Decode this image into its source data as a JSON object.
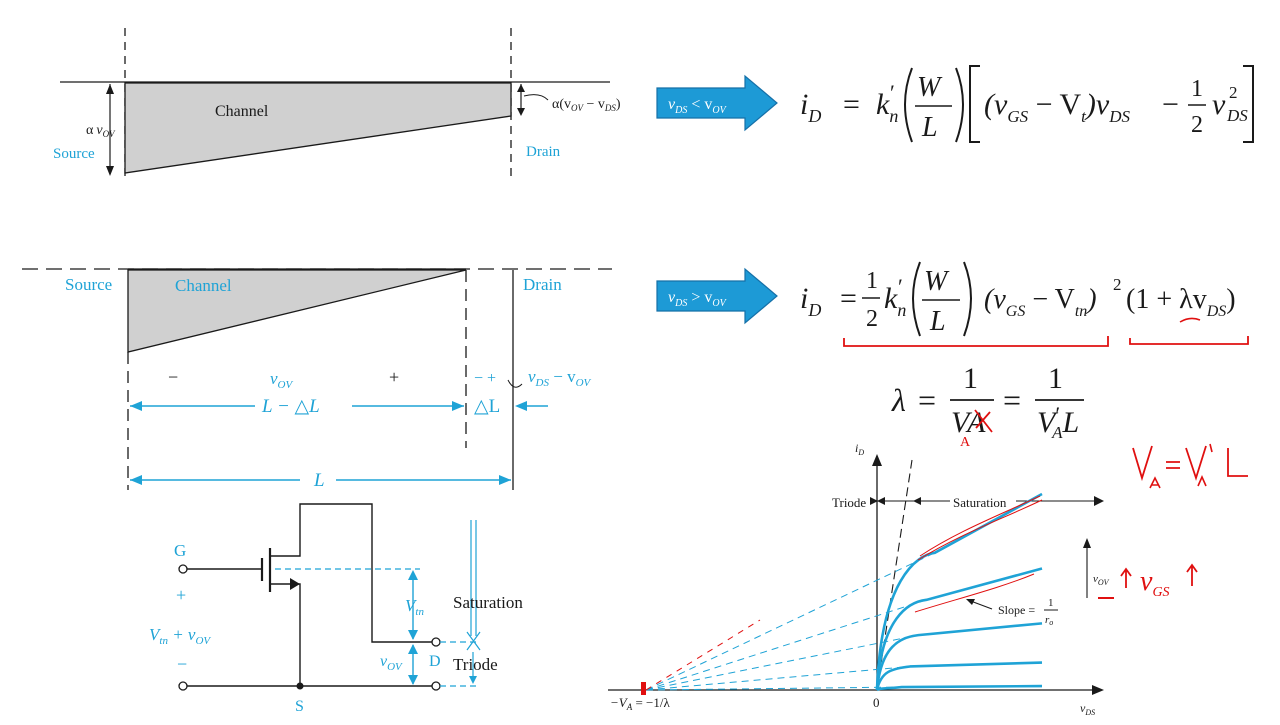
{
  "top_diagram": {
    "channel_label": "Channel",
    "alpha_label": "α",
    "v_ov": "v",
    "v_ov_sub": "OV",
    "source_label": "Source",
    "drain_label": "Drain",
    "drain_alpha": "α(v",
    "drain_alpha_mid": " − v",
    "drain_alpha_sub1": "OV",
    "drain_alpha_sub2": "DS",
    "drain_alpha_close": ")"
  },
  "arrow_top": {
    "lhs": "v",
    "lhs_sub": "DS",
    "op": " < v",
    "rhs_sub": "OV"
  },
  "arrow_bottom": {
    "lhs": "v",
    "lhs_sub": "DS",
    "op": " > v",
    "rhs_sub": "OV"
  },
  "eq_triode": {
    "i": "i",
    "i_sub": "D",
    "eq": "=",
    "k": "k",
    "k_sub": "n",
    "prime": "′",
    "W": "W",
    "L": "L",
    "paren_open": "(v",
    "gs_sub": "GS",
    "minus_vt": " − V",
    "vt_sub": "t",
    "close_vds": ")v",
    "ds_sub": "DS",
    "minus": "−",
    "half_num": "1",
    "half_den": "2",
    "v2": "v",
    "v2_sup": "2",
    "v2_sub": "DS"
  },
  "eq_sat": {
    "i": "i",
    "i_sub": "D",
    "eq": "=",
    "half_num": "1",
    "half_den": "2",
    "k": "k",
    "k_sub": "n",
    "prime": "′",
    "W": "W",
    "L": "L",
    "paren": "(v",
    "gs_sub": "GS",
    "minus_vtn": " − V",
    "vtn_sub": "tn",
    "close": ")",
    "sq": "2",
    "clm": "(1 + λv",
    "clm_sub": "DS",
    "clm_close": ")"
  },
  "lambda_eq": {
    "lambda": "λ",
    "eq1": "=",
    "num1": "1",
    "den1": "V",
    "den1_sub": "A",
    "eq2": "=",
    "num2": "1",
    "den2": "V",
    "den2_prime": "′",
    "den2_sub": "A",
    "den2_L": "L",
    "hand_A": "A"
  },
  "handwritten": {
    "va_eq": "VA = V′A L",
    "vgs_up": "v",
    "vgs_sub": "GS"
  },
  "mid_diagram": {
    "source": "Source",
    "channel": "Channel",
    "drain": "Drain",
    "minus": "−",
    "vov": "v",
    "vov_sub": "OV",
    "plus": "+",
    "drain_pm": "− +",
    "vds_minus_vov": "v",
    "vds_sub": "DS",
    "vds_mid": " − v",
    "vds_sub2": "OV",
    "L_minus_dL": "L − △L",
    "dL": "△L",
    "L": "L"
  },
  "circuit": {
    "G": "G",
    "plus": "+",
    "Vtn": "V",
    "Vtn_sub": "tn",
    "Vtn_plus": " + v",
    "vov_sub": "OV",
    "minus": "−",
    "S": "S",
    "D": "D",
    "vtn_right": "V",
    "vtn_right_sub": "tn",
    "vov_right": "v",
    "vov_right_sub": "OV",
    "saturation": "Saturation",
    "triode": "Triode"
  },
  "chart_data": {
    "type": "line",
    "title": "",
    "xlabel": "v_DS",
    "ylabel": "i_D",
    "region_labels": [
      "Triode",
      "Saturation"
    ],
    "annotations": [
      "Slope = 1/r_o",
      "v_OV",
      "−V_A = −1/λ",
      "0"
    ],
    "series": [
      {
        "x": [
          0,
          0.35,
          1.0
        ],
        "y": [
          0,
          0.7,
          1.0
        ]
      },
      {
        "x": [
          0,
          0.3,
          1.0
        ],
        "y": [
          0,
          0.46,
          0.62
        ]
      },
      {
        "x": [
          0,
          0.25,
          1.0
        ],
        "y": [
          0,
          0.28,
          0.34
        ]
      },
      {
        "x": [
          0,
          0.2,
          1.0
        ],
        "y": [
          0,
          0.12,
          0.14
        ]
      },
      {
        "x": [
          0,
          0.15,
          1.0
        ],
        "y": [
          0,
          0.015,
          0.02
        ]
      }
    ]
  },
  "colors": {
    "accent": "#1fa3d6",
    "arrow": "#1d9ad6",
    "ink": "#1a1a1a",
    "pen": "#e01010",
    "channel_fill": "#d0d0d0"
  }
}
